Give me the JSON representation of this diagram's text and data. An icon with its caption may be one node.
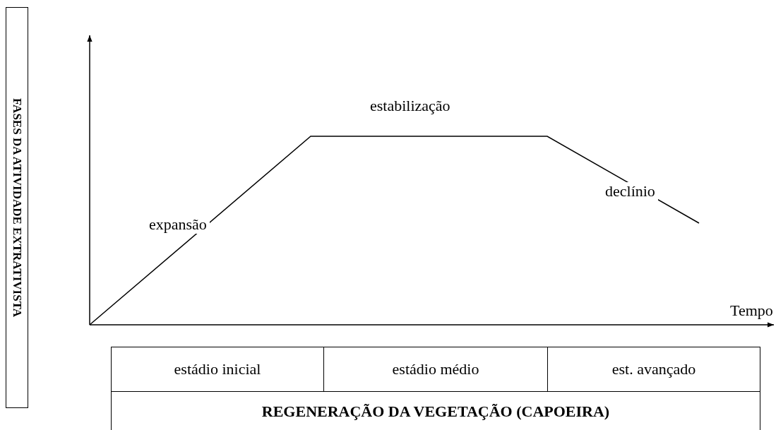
{
  "diagram": {
    "nodes": [
      {
        "text": [
          "FASES DA ATIVIDADE EXTRATIVISTA"
        ]
      },
      {
        "text": [
          "estádio inicial"
        ]
      },
      {
        "text": [
          "estádio médio"
        ]
      },
      {
        "text": [
          "est. avançado"
        ]
      },
      {
        "text": [
          "REGENERAÇÃO DA VEGETAÇÃO (CAPOEIRA)"
        ]
      }
    ],
    "labels": [
      "estabilização",
      "declínio",
      "expansão",
      "Tempo"
    ]
  }
}
